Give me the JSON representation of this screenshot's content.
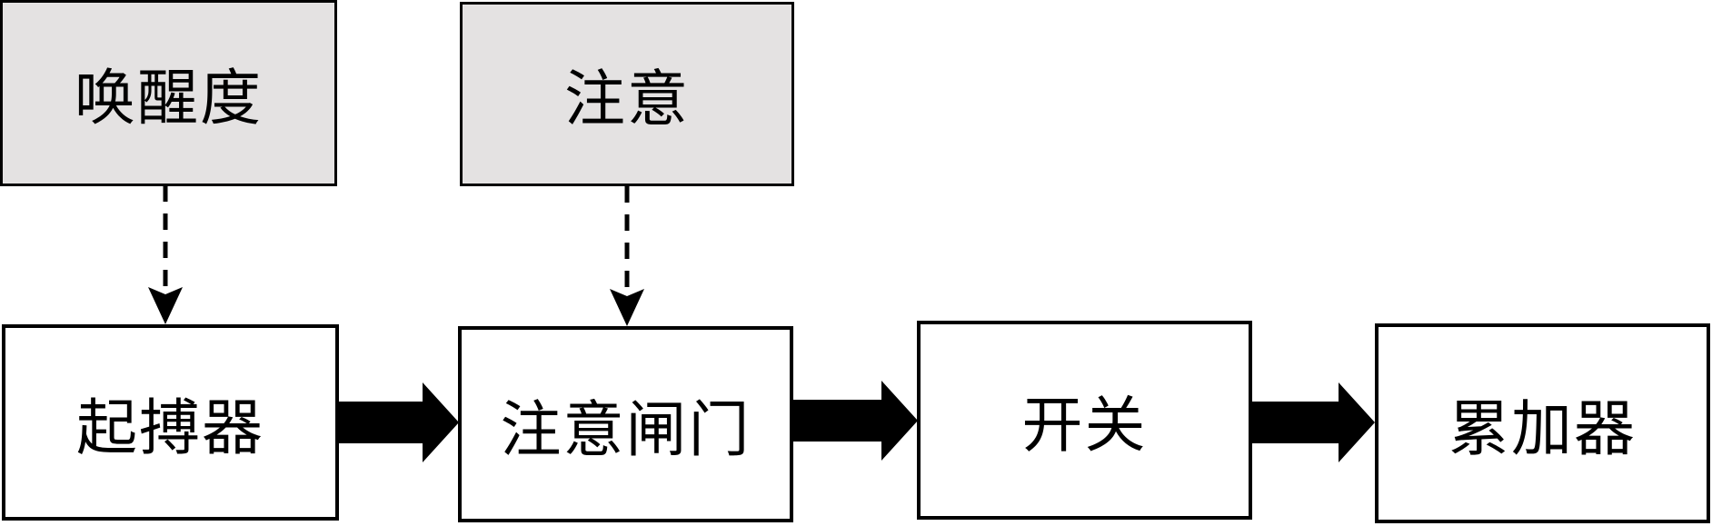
{
  "diagram": {
    "title": "attentional-gate timing model flow diagram",
    "colors": {
      "background": "#ffffff",
      "modulator_box_fill": "#e4e2e2",
      "process_box_fill": "#ffffff",
      "border": "#000000",
      "arrow": "#000000",
      "text": "#000000"
    },
    "top_row": [
      {
        "id": "arousal",
        "label": "唤醒度"
      },
      {
        "id": "attention",
        "label": "注意"
      }
    ],
    "bottom_row": [
      {
        "id": "pacemaker",
        "label": "起搏器"
      },
      {
        "id": "attention-gate",
        "label": "注意闸门"
      },
      {
        "id": "switch",
        "label": "开关"
      },
      {
        "id": "accumulator",
        "label": "累加器"
      }
    ],
    "connections": [
      {
        "from": "唤醒度",
        "to": "起搏器",
        "style": "dashed-down-arrow"
      },
      {
        "from": "注意",
        "to": "注意闸门",
        "style": "dashed-down-arrow"
      },
      {
        "from": "起搏器",
        "to": "注意闸门",
        "style": "thick-block-arrow"
      },
      {
        "from": "注意闸门",
        "to": "开关",
        "style": "thick-block-arrow"
      },
      {
        "from": "开关",
        "to": "累加器",
        "style": "thick-block-arrow"
      }
    ]
  }
}
